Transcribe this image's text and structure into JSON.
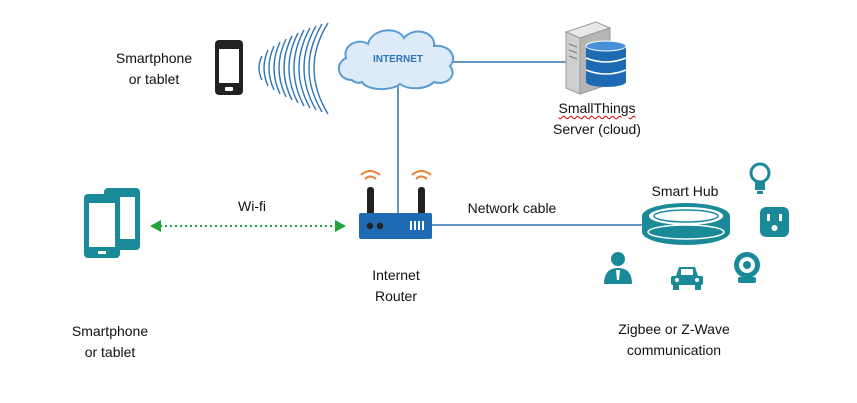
{
  "colors": {
    "accent_teal": "#1A8A99",
    "cloud_blue": "#5B9BD5",
    "line_blue": "#2E75B6",
    "wifi_green": "#1FA33A",
    "signal_orange": "#ED7D31",
    "dark_icon": "#222222"
  },
  "cloud": {
    "label": "INTERNET"
  },
  "phone_top": {
    "line1": "Smartphone",
    "line2": "or tablet"
  },
  "server": {
    "line1": "SmallThings",
    "line2": "Server (cloud)"
  },
  "phone_bottom": {
    "line1": "Smartphone",
    "line2": "or tablet"
  },
  "wifi": {
    "label": "Wi-fi"
  },
  "router": {
    "line1": "Internet",
    "line2": "Router"
  },
  "cable": {
    "label": "Network cable"
  },
  "hub": {
    "label": "Smart Hub"
  },
  "zigbee": {
    "line1": "Zigbee or Z-Wave",
    "line2": "communication"
  },
  "icons": [
    "smartphone-icon",
    "wifi-waves-icon",
    "cloud-icon",
    "server-icon",
    "database-icon",
    "tablet-phone-icon",
    "router-icon",
    "signal-icon",
    "smart-hub-icon",
    "lightbulb-icon",
    "power-outlet-icon",
    "camera-icon",
    "person-icon",
    "car-icon"
  ]
}
